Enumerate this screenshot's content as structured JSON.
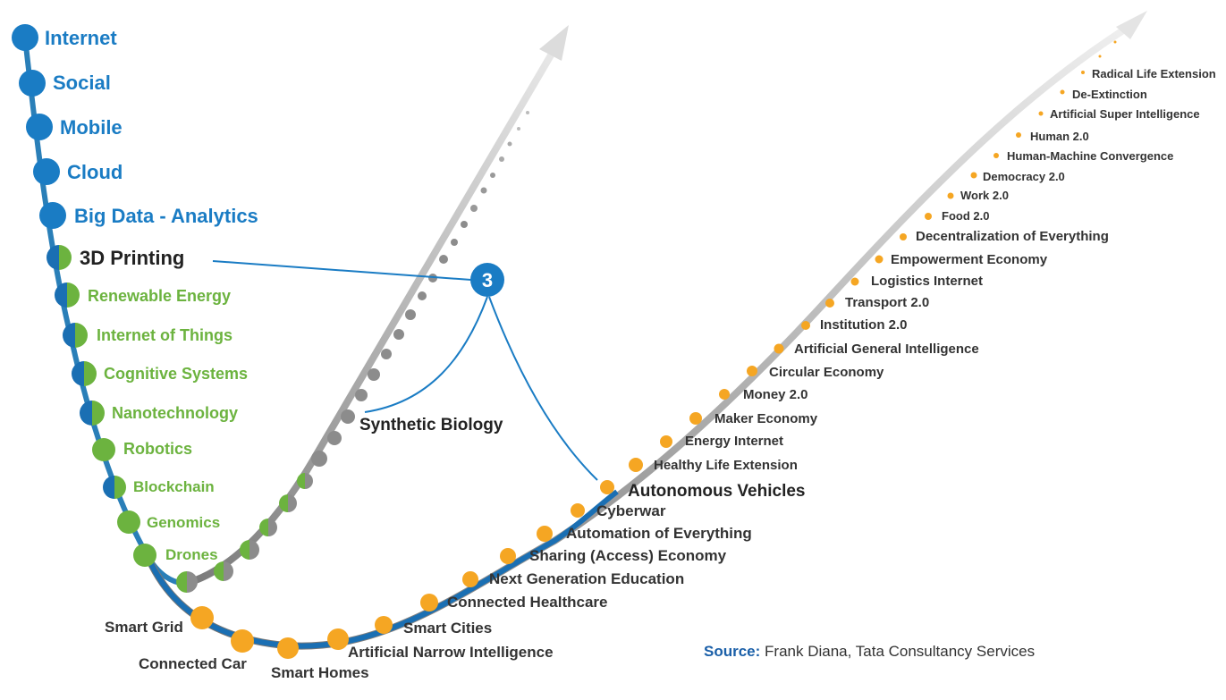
{
  "curve_labels": {
    "first": [
      "Internet",
      "Social",
      "Mobile",
      "Cloud",
      "Big Data - Analytics"
    ],
    "highlight_first": "3D Printing",
    "second": [
      "Renewable Energy",
      "Internet of Things",
      "Cognitive Systems",
      "Nanotechnology",
      "Robotics",
      "Blockchain",
      "Genomics",
      "Drones"
    ],
    "highlight_second": "Synthetic Biology",
    "third": [
      "Smart Grid",
      "Connected Car",
      "Smart Homes",
      "Artificial Narrow Intelligence",
      "Smart Cities",
      "Connected Healthcare",
      "Next Generation Education",
      "Sharing (Access) Economy",
      "Automation of Everything",
      "Cyberwar"
    ],
    "highlight_third": "Autonomous Vehicles",
    "fourth": [
      "Healthy Life Extension",
      "Energy Internet",
      "Maker Economy",
      "Money 2.0",
      "Circular Economy",
      "Artificial General Intelligence",
      "Institution 2.0",
      "Transport 2.0",
      "Logistics Internet",
      "Empowerment Economy",
      "Decentralization of Everything",
      "Food 2.0",
      "Work 2.0",
      "Democracy 2.0",
      "Human-Machine Convergence",
      "Human 2.0",
      "Artificial Super Intelligence",
      "De-Extinction",
      "Radical Life Extension"
    ]
  },
  "callout_badge": "3",
  "source": {
    "key": "Source:",
    "text": "Frank Diana, Tata Consultancy Services"
  },
  "colors": {
    "blue": "#1a7cc4",
    "green": "#6cb33f",
    "orange": "#f5a623",
    "gray": "#8c8c8c"
  }
}
